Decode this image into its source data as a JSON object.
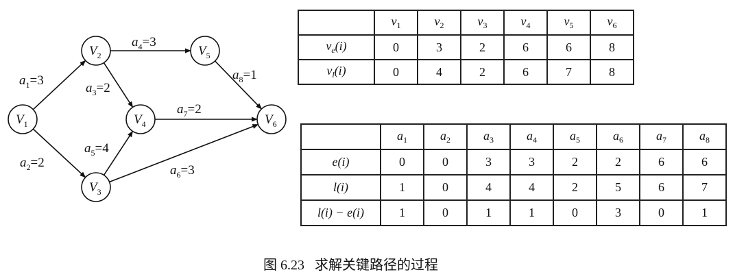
{
  "graph": {
    "nodes": [
      {
        "id": "V1",
        "base": "V",
        "sub": "1"
      },
      {
        "id": "V2",
        "base": "V",
        "sub": "2"
      },
      {
        "id": "V3",
        "base": "V",
        "sub": "3"
      },
      {
        "id": "V4",
        "base": "V",
        "sub": "4"
      },
      {
        "id": "V5",
        "base": "V",
        "sub": "5"
      },
      {
        "id": "V6",
        "base": "V",
        "sub": "6"
      }
    ],
    "edges": [
      {
        "from": "V1",
        "to": "V2",
        "base": "a",
        "sub": "1",
        "val": "=3"
      },
      {
        "from": "V1",
        "to": "V3",
        "base": "a",
        "sub": "2",
        "val": "=2"
      },
      {
        "from": "V2",
        "to": "V4",
        "base": "a",
        "sub": "3",
        "val": "=2"
      },
      {
        "from": "V2",
        "to": "V5",
        "base": "a",
        "sub": "4",
        "val": "=3"
      },
      {
        "from": "V3",
        "to": "V4",
        "base": "a",
        "sub": "5",
        "val": "=4"
      },
      {
        "from": "V3",
        "to": "V6",
        "base": "a",
        "sub": "6",
        "val": "=3"
      },
      {
        "from": "V4",
        "to": "V6",
        "base": "a",
        "sub": "7",
        "val": "=2"
      },
      {
        "from": "V5",
        "to": "V6",
        "base": "a",
        "sub": "8",
        "val": "=1"
      }
    ]
  },
  "vertex_table": {
    "headers": [
      {
        "base": "v",
        "sub": "1"
      },
      {
        "base": "v",
        "sub": "2"
      },
      {
        "base": "v",
        "sub": "3"
      },
      {
        "base": "v",
        "sub": "4"
      },
      {
        "base": "v",
        "sub": "5"
      },
      {
        "base": "v",
        "sub": "6"
      }
    ],
    "rows": [
      {
        "label_base": "v",
        "label_sub": "e",
        "label_tail": "(i)",
        "values": [
          "0",
          "3",
          "2",
          "6",
          "6",
          "8"
        ]
      },
      {
        "label_base": "v",
        "label_sub": "l",
        "label_tail": "(i)",
        "values": [
          "0",
          "4",
          "2",
          "6",
          "7",
          "8"
        ]
      }
    ]
  },
  "activity_table": {
    "headers": [
      {
        "base": "a",
        "sub": "1"
      },
      {
        "base": "a",
        "sub": "2"
      },
      {
        "base": "a",
        "sub": "3"
      },
      {
        "base": "a",
        "sub": "4"
      },
      {
        "base": "a",
        "sub": "5"
      },
      {
        "base": "a",
        "sub": "6"
      },
      {
        "base": "a",
        "sub": "7"
      },
      {
        "base": "a",
        "sub": "8"
      }
    ],
    "rows": [
      {
        "label": "e(i)",
        "values": [
          "0",
          "0",
          "3",
          "3",
          "2",
          "2",
          "6",
          "6"
        ]
      },
      {
        "label": "l(i)",
        "values": [
          "1",
          "0",
          "4",
          "4",
          "2",
          "5",
          "6",
          "7"
        ]
      },
      {
        "label": "l(i) − e(i)",
        "values": [
          "1",
          "0",
          "1",
          "1",
          "0",
          "3",
          "0",
          "1"
        ]
      }
    ]
  },
  "caption": "图 6.23   求解关键路径的过程"
}
